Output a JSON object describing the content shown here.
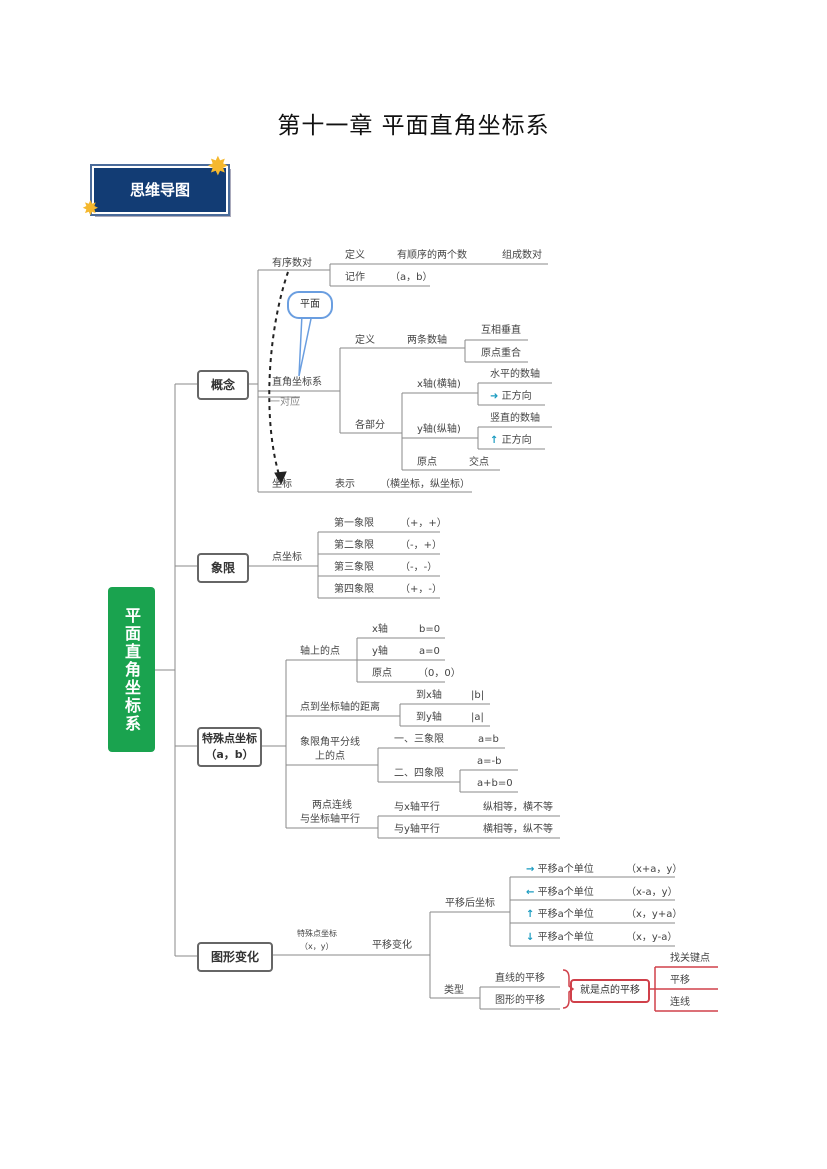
{
  "title": "第十一章  平面直角坐标系",
  "badge": "思维导图",
  "root": "平面直角坐标系",
  "colors": {
    "root": "#1aa34f",
    "badge": "#123c74",
    "arrow": "#1a9bc0",
    "highlight": "#d0404a",
    "bubble": "#6a9ee0"
  },
  "concept": {
    "label": "概念",
    "ordered_pair": "有序数对",
    "def": "定义",
    "def_text": "有顺序的两个数",
    "def_result": "组成数对",
    "notation": "记作",
    "notation_val": "（a，b）",
    "bubble": "平面",
    "system": "直角坐标系",
    "sys_def": "定义",
    "two_axes": "两条数轴",
    "perp": "互相垂直",
    "origin_coincide": "原点重合",
    "parts": "各部分",
    "x_axis": "x轴(横轴)",
    "horizontal": "水平的数轴",
    "pos_dir1": "正方向",
    "y_axis": "y轴(纵轴)",
    "vertical": "竖直的数轴",
    "pos_dir2": "正方向",
    "origin": "原点",
    "intersection": "交点",
    "one_to_one": "一对应",
    "coord": "坐标",
    "represent": "表示",
    "coord_form": "（横坐标，纵坐标）"
  },
  "quadrant": {
    "label": "象限",
    "point_coord": "点坐标",
    "rows": [
      {
        "name": "第一象限",
        "sign": "（+，+）"
      },
      {
        "name": "第二象限",
        "sign": "（-，+）"
      },
      {
        "name": "第三象限",
        "sign": "（-，-）"
      },
      {
        "name": "第四象限",
        "sign": "（+，-）"
      }
    ]
  },
  "special": {
    "label": "特殊点坐标",
    "label2": "（a，b）",
    "on_axis": "轴上的点",
    "on_axis_rows": [
      {
        "a": "x轴",
        "b": "b=0"
      },
      {
        "a": "y轴",
        "b": "a=0"
      },
      {
        "a": "原点",
        "b": "（0，0）"
      }
    ],
    "distance": "点到坐标轴的距离",
    "distance_rows": [
      {
        "a": "到x轴",
        "b": "|b|"
      },
      {
        "a": "到y轴",
        "b": "|a|"
      }
    ],
    "bisector1": "象限角平分线",
    "bisector2": "上的点",
    "q13": "一、三象限",
    "q13_val": "a=b",
    "q24": "二、四象限",
    "q24_val1": "a=-b",
    "q24_val2": "a+b=0",
    "parallel1": "两点连线",
    "parallel2": "与坐标轴平行",
    "par_x": "与x轴平行",
    "par_x_val": "纵相等，横不等",
    "par_y": "与y轴平行",
    "par_y_val": "横相等，纵不等"
  },
  "transform": {
    "label": "图形变化",
    "sp1": "特殊点坐标",
    "sp2": "（x，y）",
    "translation": "平移变化",
    "after": "平移后坐标",
    "moves": [
      {
        "icon": "→",
        "text": "平移a个单位",
        "val": "（x+a，y）"
      },
      {
        "icon": "←",
        "text": "平移a个单位",
        "val": "（x-a，y）"
      },
      {
        "icon": "↑",
        "text": "平移a个单位",
        "val": "（x，y+a）"
      },
      {
        "icon": "↓",
        "text": "平移a个单位",
        "val": "（x，y-a）"
      }
    ],
    "types": "类型",
    "line_trans": "直线的平移",
    "shape_trans": "图形的平移",
    "is_point": "就是点的平移",
    "steps": [
      "找关键点",
      "平移",
      "连线"
    ]
  }
}
